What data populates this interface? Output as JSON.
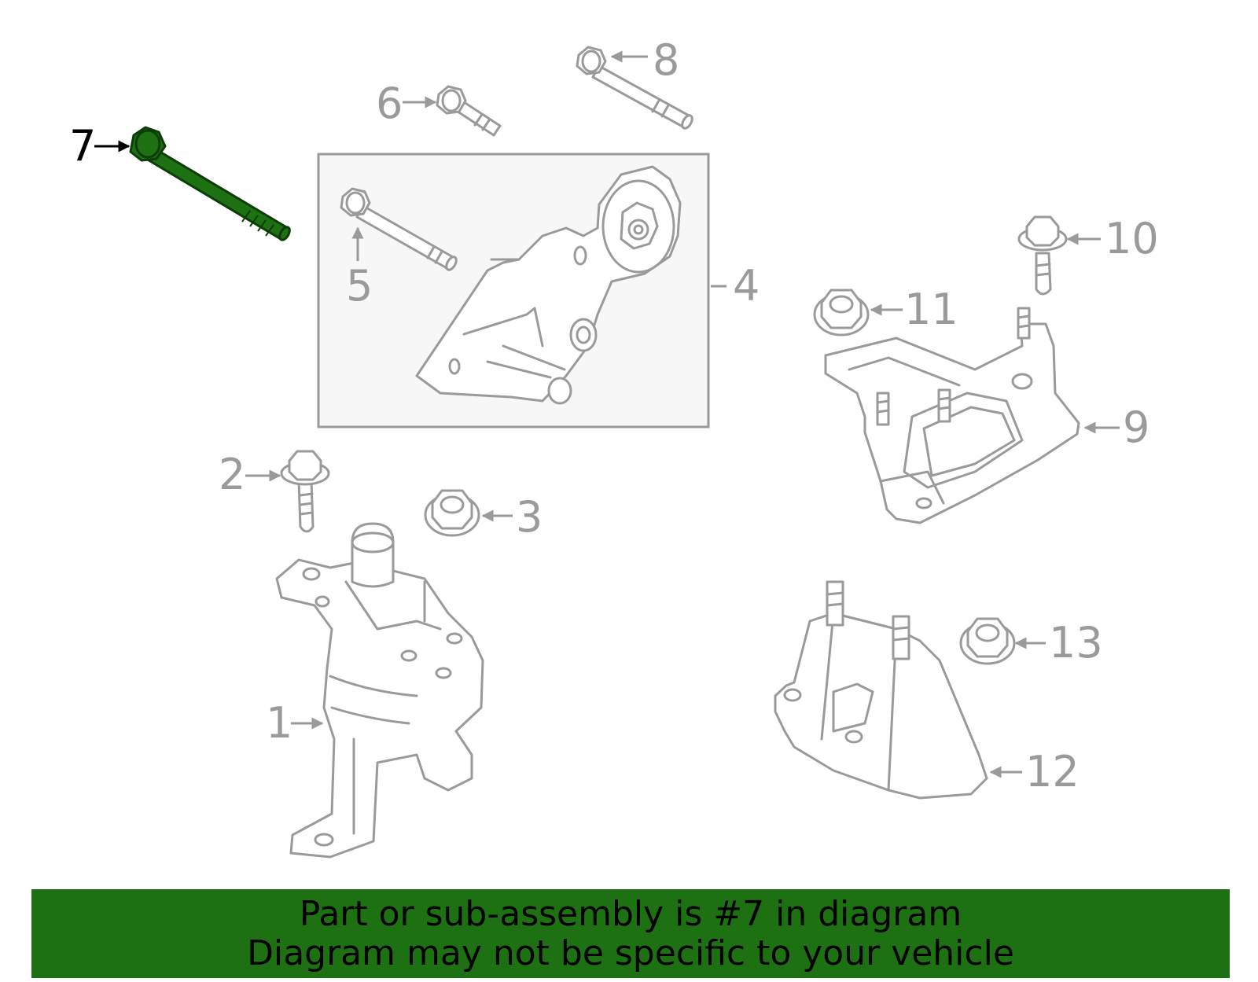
{
  "callouts": {
    "c1": "1",
    "c2": "2",
    "c3": "3",
    "c4": "4",
    "c5": "5",
    "c6": "6",
    "c7": "7",
    "c8": "8",
    "c9": "9",
    "c10": "10",
    "c11": "11",
    "c12": "12",
    "c13": "13"
  },
  "highlighted_part": "7",
  "colors": {
    "highlight": "#1e7112",
    "line": "#9a9a9a",
    "banner_background": "#1e7112",
    "subassembly_box": "#f7f7f7"
  },
  "banner": {
    "line1": "Part or sub-assembly is #7 in diagram",
    "line2": "Diagram may not be specific to your vehicle"
  }
}
